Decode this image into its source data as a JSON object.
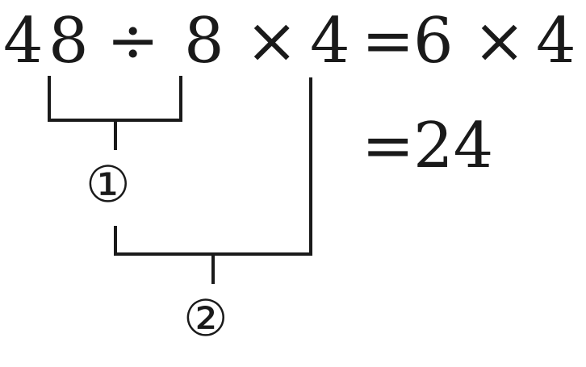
{
  "expression": {
    "tokens": [
      "4",
      "8",
      "÷",
      "8",
      "×",
      "4",
      "=",
      "6",
      "×",
      "4"
    ]
  },
  "result_line": {
    "equals": "=",
    "value": "24"
  },
  "steps": [
    {
      "label": "①"
    },
    {
      "label": "②"
    }
  ]
}
